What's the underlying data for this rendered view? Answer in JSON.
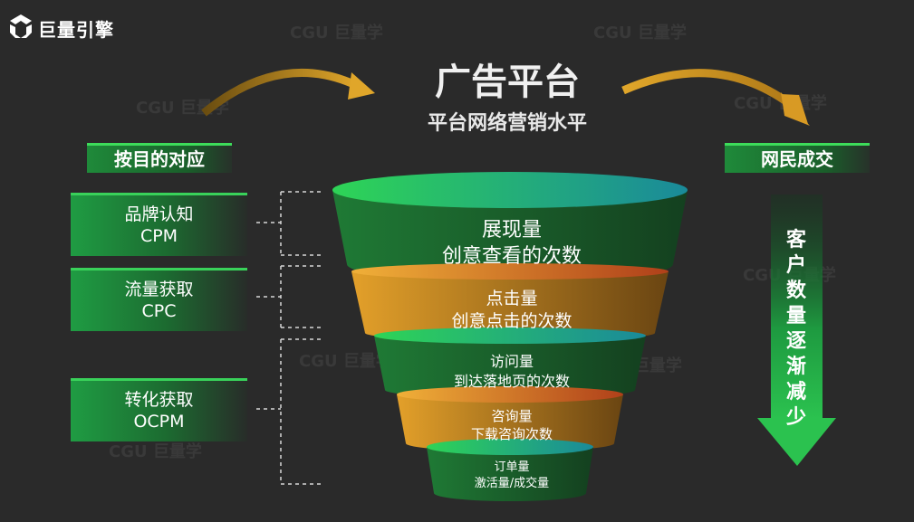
{
  "brand": {
    "name": "巨量引擎",
    "icon": "tri-knot-logo-icon"
  },
  "header": {
    "title": "广告平台",
    "subtitle": "平台网络营销水平"
  },
  "left_tag": "按目的对应",
  "right_tag": "网民成交",
  "goals": [
    {
      "name": "品牌认知",
      "metric": "CPM"
    },
    {
      "name": "流量获取",
      "metric": "CPC"
    },
    {
      "name": "转化获取",
      "metric": "OCPM"
    }
  ],
  "funnel": [
    {
      "title": "展现量",
      "desc": "创意查看的次数",
      "color": "green"
    },
    {
      "title": "点击量",
      "desc": "创意点击的次数",
      "color": "orange"
    },
    {
      "title": "访问量",
      "desc": "到达落地页的次数",
      "color": "green"
    },
    {
      "title": "咨询量",
      "desc": "下载咨询次数",
      "color": "orange"
    },
    {
      "title": "订单量",
      "desc": "激活量/成交量",
      "color": "green"
    }
  ],
  "trend_text": [
    "客",
    "户",
    "数",
    "量",
    "逐",
    "渐",
    "减",
    "少"
  ],
  "watermark": {
    "mark": "CGU",
    "text": "巨量学"
  },
  "colors": {
    "green": "#1fae4a",
    "orange": "#e08a1e",
    "background": "#2a2a2a",
    "gold": "#c89a2a"
  }
}
